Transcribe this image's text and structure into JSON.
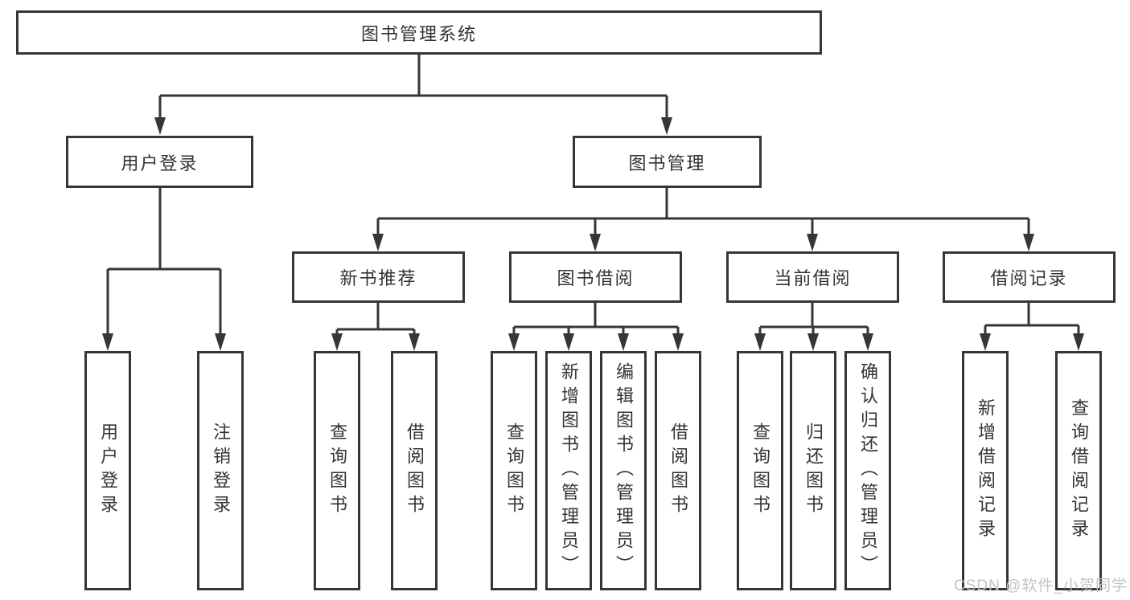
{
  "diagram": {
    "title_node": {
      "label": "图书管理系统"
    },
    "level2": [
      {
        "id": "user-login",
        "label": "用户登录"
      },
      {
        "id": "book-management",
        "label": "图书管理"
      }
    ],
    "level3": [
      {
        "id": "new-book-recommend",
        "label": "新书推荐"
      },
      {
        "id": "book-borrow",
        "label": "图书借阅"
      },
      {
        "id": "current-borrow",
        "label": "当前借阅"
      },
      {
        "id": "borrow-record",
        "label": "借阅记录"
      }
    ],
    "leaf_groups": {
      "user_login": [
        {
          "label": "用户登录"
        },
        {
          "label": "注销登录"
        }
      ],
      "new_book": [
        {
          "label": "查询图书"
        },
        {
          "label": "借阅图书"
        }
      ],
      "book_borrow": [
        {
          "label": "查询图书"
        },
        {
          "label": "新增图书（管理员）"
        },
        {
          "label": "编辑图书（管理员）"
        },
        {
          "label": "借阅图书"
        }
      ],
      "current_borrow": [
        {
          "label": "查询图书"
        },
        {
          "label": "归还图书"
        },
        {
          "label": "确认归还（管理员）"
        }
      ],
      "borrow_record": [
        {
          "label": "新增借阅记录"
        },
        {
          "label": "查询借阅记录"
        }
      ]
    },
    "colors": {
      "line": "#363636",
      "text": "#333333",
      "box_fill": "#ffffff",
      "watermark": "#c3c3c3",
      "background": "#ffffff"
    },
    "watermark": "CSDN @软件_小贺同学"
  }
}
